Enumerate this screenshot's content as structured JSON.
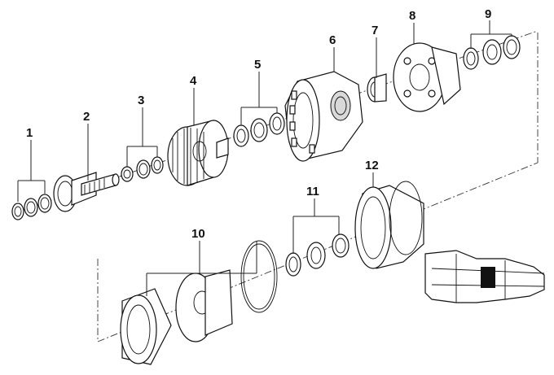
{
  "diagram": {
    "callouts": [
      {
        "id": "1",
        "text": "1"
      },
      {
        "id": "2",
        "text": "2"
      },
      {
        "id": "3",
        "text": "3"
      },
      {
        "id": "4",
        "text": "4"
      },
      {
        "id": "5",
        "text": "5"
      },
      {
        "id": "6",
        "text": "6"
      },
      {
        "id": "7",
        "text": "7"
      },
      {
        "id": "8",
        "text": "8"
      },
      {
        "id": "9",
        "text": "9"
      },
      {
        "id": "10",
        "text": "10"
      },
      {
        "id": "11",
        "text": "11"
      },
      {
        "id": "12",
        "text": "12"
      }
    ],
    "colors": {
      "line": "#111111",
      "background": "#ffffff",
      "highlight": "#111111",
      "shade": "#d9d9d9"
    }
  }
}
